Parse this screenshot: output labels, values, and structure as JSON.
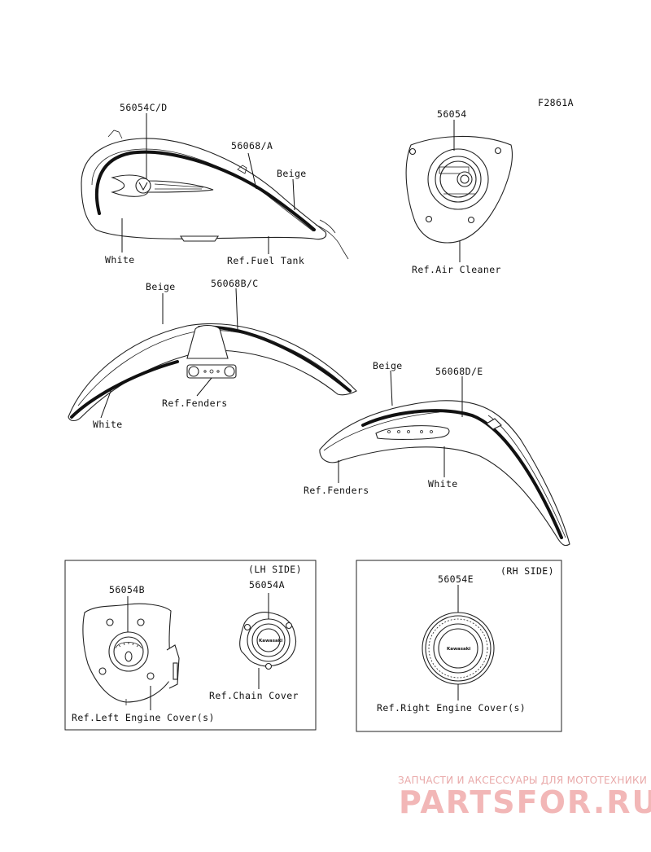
{
  "figure_code": "F2861A",
  "fuel_tank": {
    "part_decal": "56054C/D",
    "part_stripe": "56068/A",
    "color_upper": "Beige",
    "color_lower": "White",
    "ref": "Ref.Fuel Tank"
  },
  "air_cleaner": {
    "part": "56054",
    "ref": "Ref.Air Cleaner"
  },
  "front_fender": {
    "part": "56068B/C",
    "color_upper": "Beige",
    "color_lower": "White",
    "ref": "Ref.Fenders"
  },
  "rear_fender": {
    "part": "56068D/E",
    "color_upper": "Beige",
    "color_lower": "White",
    "ref": "Ref.Fenders"
  },
  "lh_side": {
    "side_label": "(LH SIDE)",
    "left_cover_part": "56054B",
    "left_cover_ref": "Ref.Left Engine Cover(s)",
    "chain_cover_part": "56054A",
    "chain_cover_ref": "Ref.Chain Cover",
    "emblem_text": "Kawasaki"
  },
  "rh_side": {
    "side_label": "(RH SIDE)",
    "part": "56054E",
    "ref": "Ref.Right Engine Cover(s)",
    "emblem_text": "Kawasaki"
  },
  "watermark": {
    "tagline": "ЗАПЧАСТИ И АКСЕССУАРЫ ДЛЯ МОТОТЕХНИКИ",
    "brand": "PARTSFOR.RU"
  }
}
